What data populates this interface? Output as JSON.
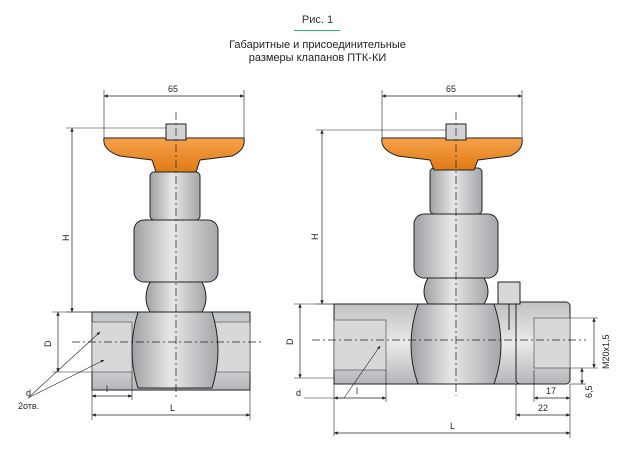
{
  "figure": {
    "label": "Рис. 1",
    "title_line1": "Габаритные и присоединительные",
    "title_line2": "размеры клапанов ПТК-КИ"
  },
  "colors": {
    "handwheel": "#f08a24",
    "body": "#c9cacc",
    "outline": "#222222",
    "accent_line": "#35b36f"
  },
  "left_valve": {
    "dim_width": "65",
    "dim_height": "H",
    "dim_diameter": "D",
    "dim_thread_len": "l",
    "dim_length": "L",
    "dim_bore": "d",
    "dim_bore_note": "2отв."
  },
  "right_valve": {
    "dim_width": "65",
    "dim_height": "H",
    "dim_diameter": "D",
    "dim_thread_len": "l",
    "dim_length": "L",
    "dim_bore": "d",
    "dim_thread": "M20x1,5",
    "dim_17": "17",
    "dim_22": "22",
    "dim_6_5": "6,5"
  }
}
